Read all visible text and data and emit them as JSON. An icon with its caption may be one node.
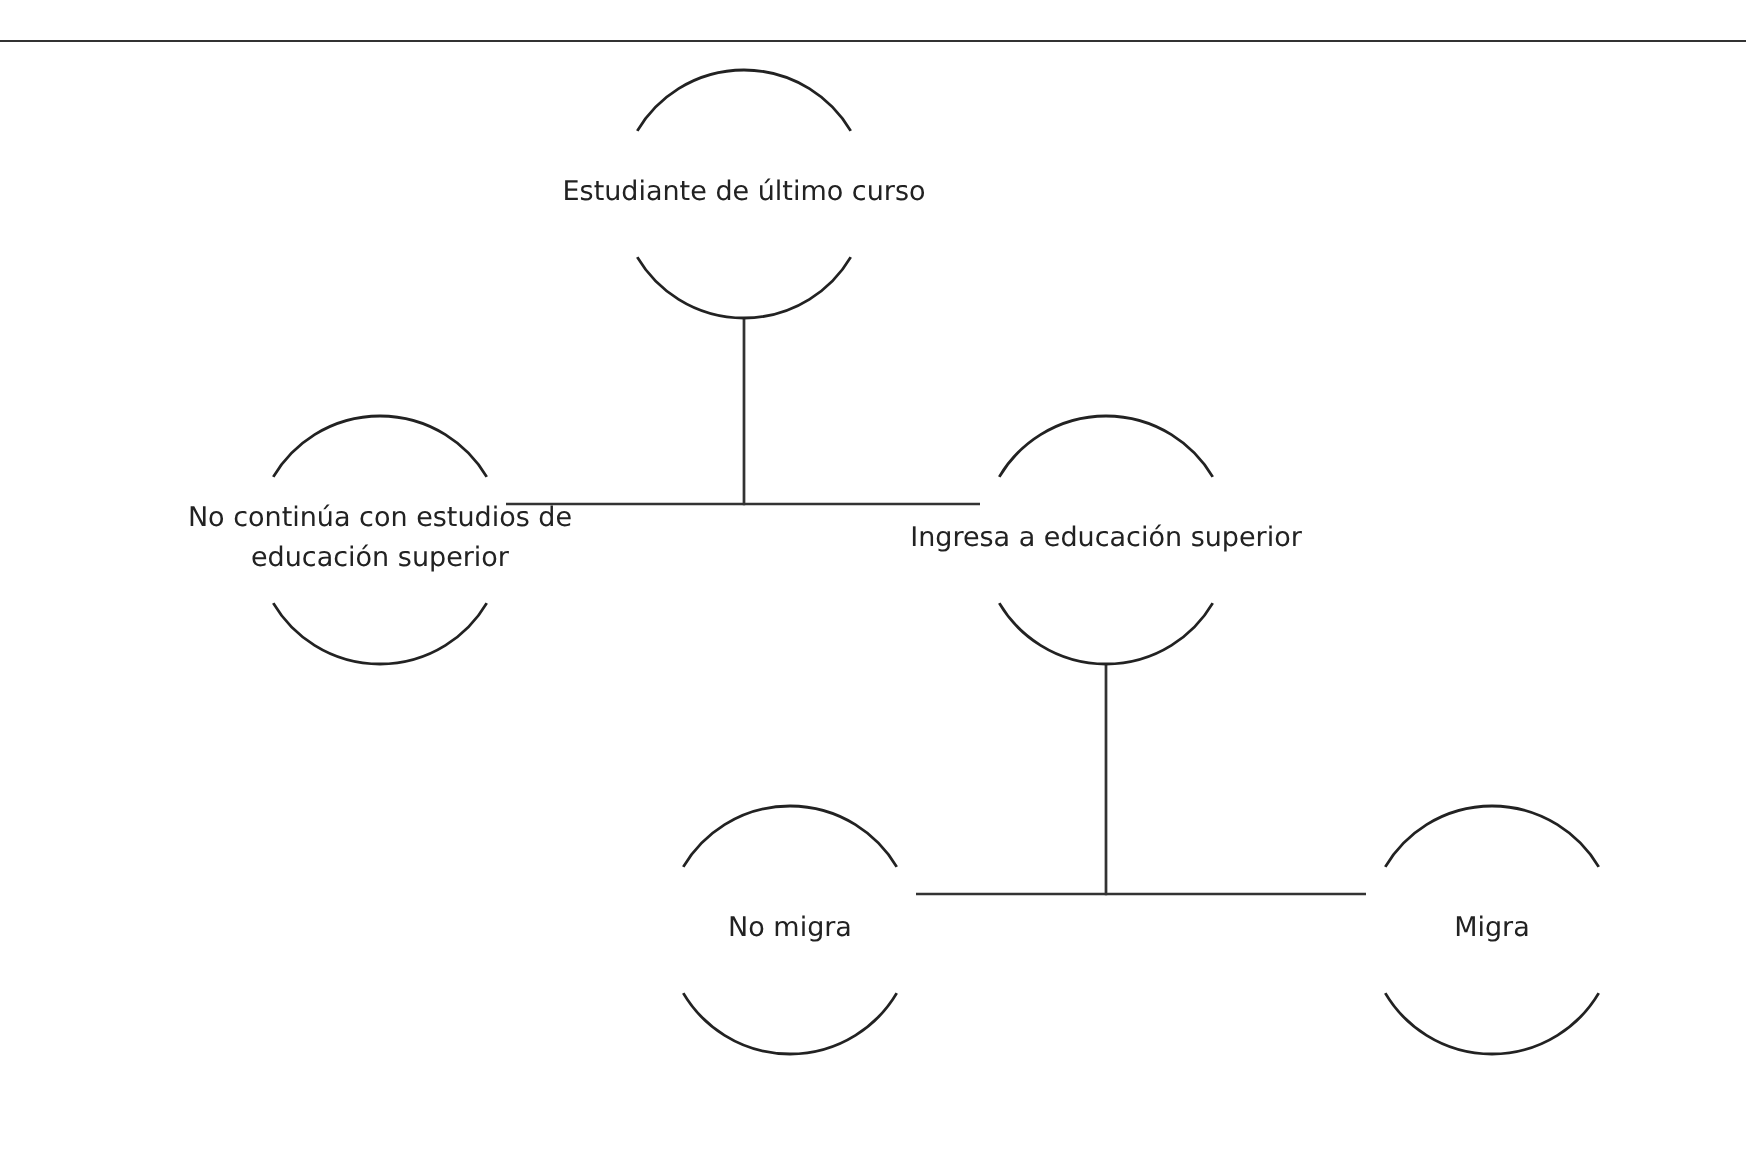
{
  "diagram": {
    "nodes": [
      {
        "text": [
          "Estudiante de último curso"
        ]
      },
      {
        "text": [
          "No continúa con estudios de educación superior"
        ]
      },
      {
        "text": [
          "Ingresa a educación superior"
        ]
      },
      {
        "text": [
          "No migra"
        ]
      },
      {
        "text": [
          "Migra"
        ]
      }
    ],
    "edges": [
      {
        "from": 0,
        "to": 1,
        "arrow": "none"
      },
      {
        "from": 0,
        "to": 2,
        "arrow": "none"
      },
      {
        "from": 2,
        "to": 3,
        "arrow": "none"
      },
      {
        "from": 2,
        "to": 4,
        "arrow": "none"
      }
    ]
  }
}
